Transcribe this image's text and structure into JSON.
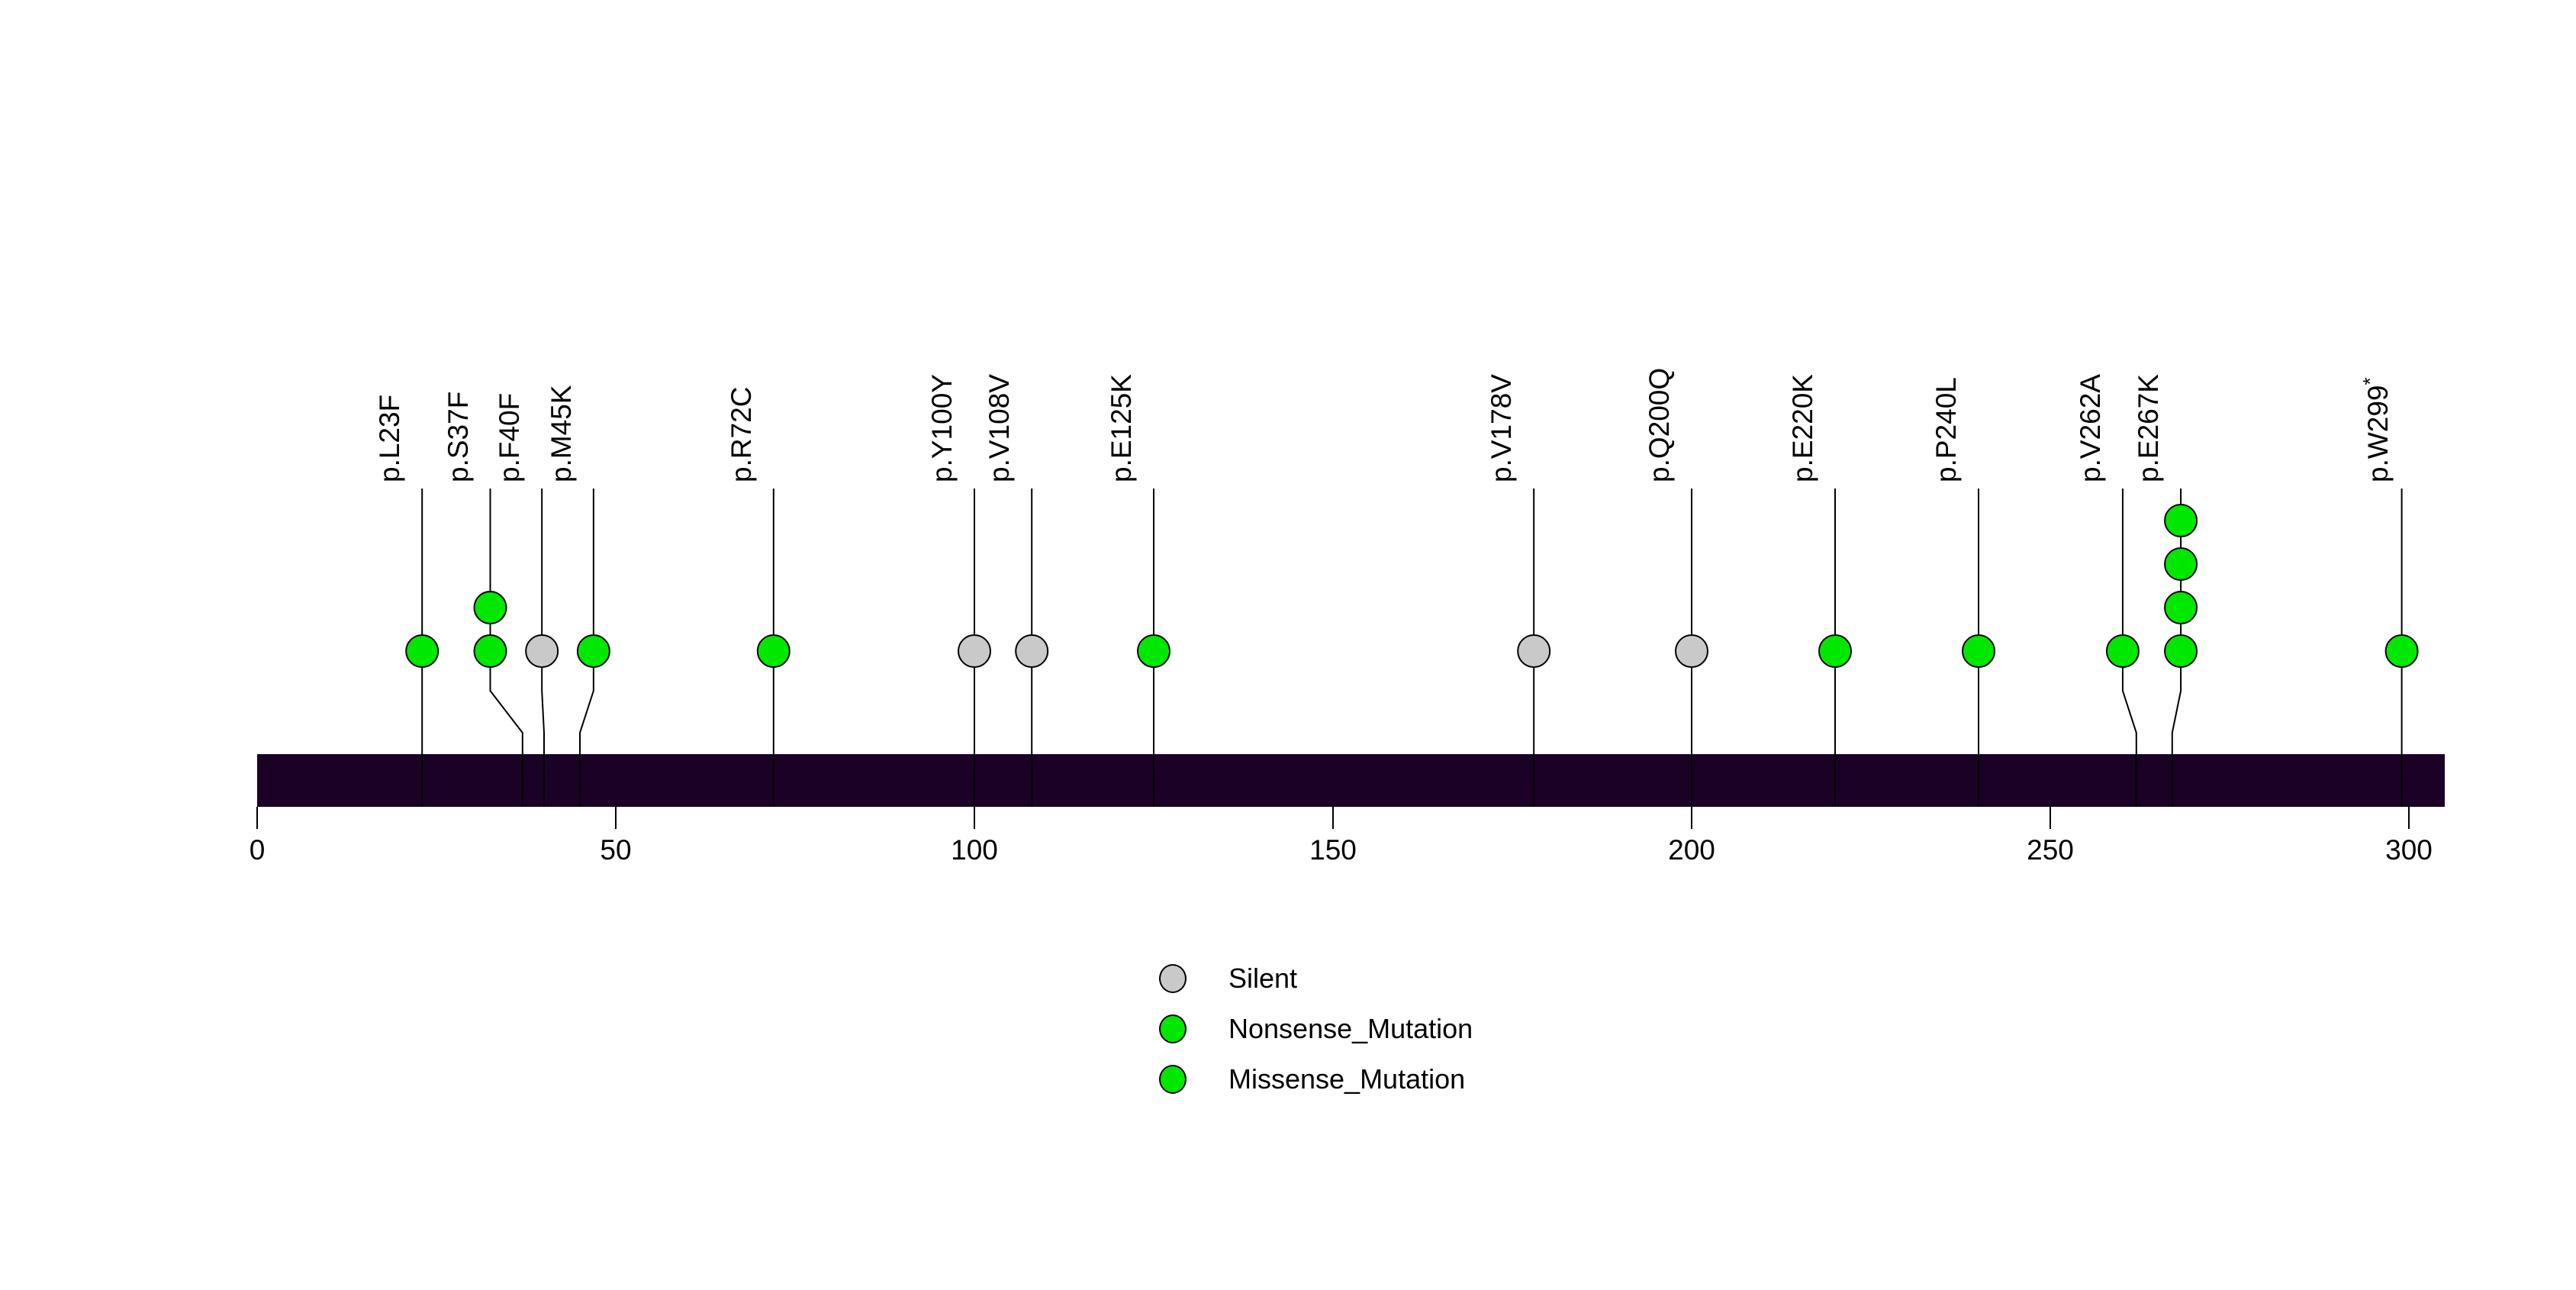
{
  "figure": {
    "background": "#ffffff",
    "title": ""
  },
  "colors": {
    "missense": "#00E800",
    "nonsense": "#00E800",
    "silent": "#C9C9C9",
    "protein_bar": "#1A0125",
    "stroke": "#000000"
  },
  "chart_data": {
    "type": "lollipop",
    "title": "",
    "xlabel": "",
    "ylabel": "",
    "axis": {
      "tick_values": [
        0,
        50,
        100,
        150,
        200,
        250,
        300
      ],
      "xlim": [
        0,
        305
      ],
      "grid": false
    },
    "protein_bar": {
      "start": 0,
      "end": 305,
      "color": "#1A0125"
    },
    "legend": [
      {
        "label": "Silent",
        "color": "#C9C9C9"
      },
      {
        "label": "Nonsense_Mutation",
        "color": "#00E800"
      },
      {
        "label": "Missense_Mutation",
        "color": "#00E800"
      }
    ],
    "mutations": [
      {
        "label": "p.L23F",
        "position": 23,
        "label_position": 23,
        "count": 1,
        "variant_class": "Missense_Mutation",
        "color": "#00E800"
      },
      {
        "label": "p.S37F",
        "position": 37,
        "label_position": 32.5,
        "count": 2,
        "variant_class": "Missense_Mutation",
        "color": "#00E800"
      },
      {
        "label": "p.F40F",
        "position": 40,
        "label_position": 39.7,
        "count": 1,
        "variant_class": "Silent",
        "color": "#C9C9C9"
      },
      {
        "label": "p.M45K",
        "position": 45,
        "label_position": 46.9,
        "count": 1,
        "variant_class": "Missense_Mutation",
        "color": "#00E800"
      },
      {
        "label": "p.R72C",
        "position": 72,
        "label_position": 72,
        "count": 1,
        "variant_class": "Missense_Mutation",
        "color": "#00E800"
      },
      {
        "label": "p.Y100Y",
        "position": 100,
        "label_position": 100,
        "count": 1,
        "variant_class": "Silent",
        "color": "#C9C9C9"
      },
      {
        "label": "p.V108V",
        "position": 108,
        "label_position": 108,
        "count": 1,
        "variant_class": "Silent",
        "color": "#C9C9C9"
      },
      {
        "label": "p.E125K",
        "position": 125,
        "label_position": 125,
        "count": 1,
        "variant_class": "Missense_Mutation",
        "color": "#00E800"
      },
      {
        "label": "p.V178V",
        "position": 178,
        "label_position": 178,
        "count": 1,
        "variant_class": "Silent",
        "color": "#C9C9C9"
      },
      {
        "label": "p.Q200Q",
        "position": 200,
        "label_position": 200,
        "count": 1,
        "variant_class": "Silent",
        "color": "#C9C9C9"
      },
      {
        "label": "p.E220K",
        "position": 220,
        "label_position": 220,
        "count": 1,
        "variant_class": "Missense_Mutation",
        "color": "#00E800"
      },
      {
        "label": "p.P240L",
        "position": 240,
        "label_position": 240,
        "count": 1,
        "variant_class": "Missense_Mutation",
        "color": "#00E800"
      },
      {
        "label": "p.V262A",
        "position": 262,
        "label_position": 260.1,
        "count": 1,
        "variant_class": "Missense_Mutation",
        "color": "#00E800"
      },
      {
        "label": "p.E267K",
        "position": 267,
        "label_position": 268.2,
        "count": 4,
        "variant_class": "Missense_Mutation",
        "color": "#00E800"
      },
      {
        "label": "p.W299*",
        "position": 299,
        "label_position": 299,
        "count": 1,
        "variant_class": "Nonsense_Mutation",
        "color": "#00E800"
      }
    ]
  }
}
